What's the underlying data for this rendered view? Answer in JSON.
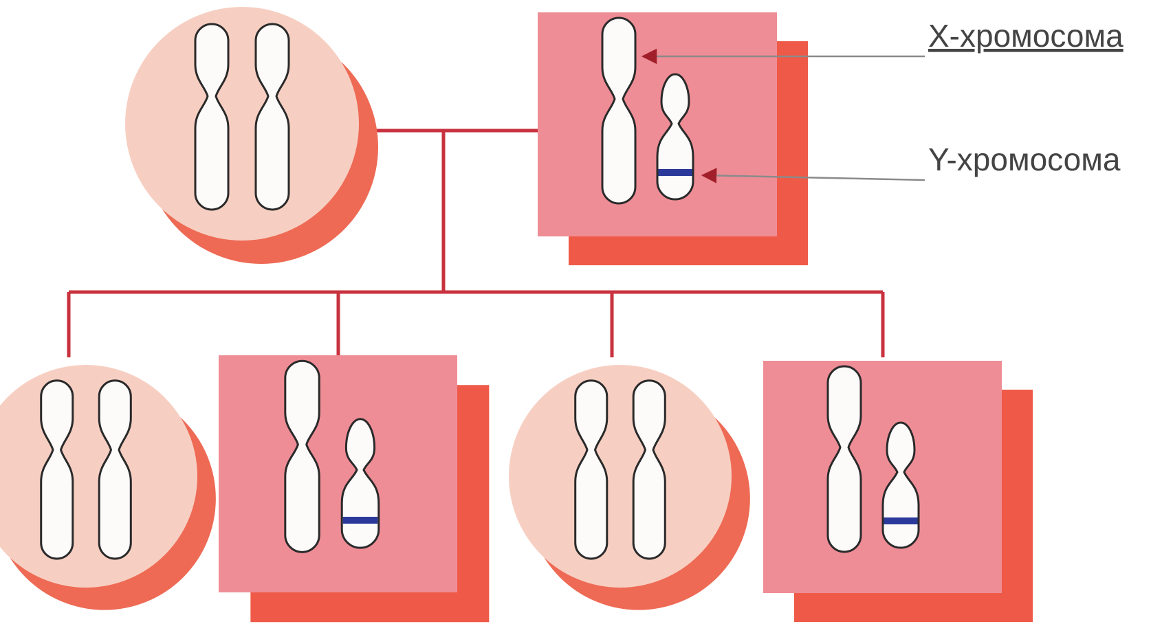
{
  "labels": {
    "x_chromosome": "X-хромосома",
    "y_chromosome": "Y-хромосома"
  },
  "colors": {
    "female_fill": "#f7cfc2",
    "female_shadow": "#ee6a55",
    "male_fill": "#ef8d96",
    "male_shadow": "#ef5a48",
    "line": "#c8323e",
    "chromosome_fill": "#fdfafa",
    "chromosome_outline": "#2a2a2a",
    "y_band": "#2b3a9a",
    "label_line": "#8a8a8a",
    "arrow": "#a01f2a"
  },
  "parents": [
    {
      "sex": "female",
      "chromosomes": [
        "X",
        "X"
      ]
    },
    {
      "sex": "male",
      "chromosomes": [
        "X",
        "Y"
      ]
    }
  ],
  "children": [
    {
      "sex": "female",
      "chromosomes": [
        "X",
        "X"
      ]
    },
    {
      "sex": "male",
      "chromosomes": [
        "X",
        "Y"
      ]
    },
    {
      "sex": "female",
      "chromosomes": [
        "X",
        "X"
      ]
    },
    {
      "sex": "male",
      "chromosomes": [
        "X",
        "Y"
      ]
    }
  ]
}
